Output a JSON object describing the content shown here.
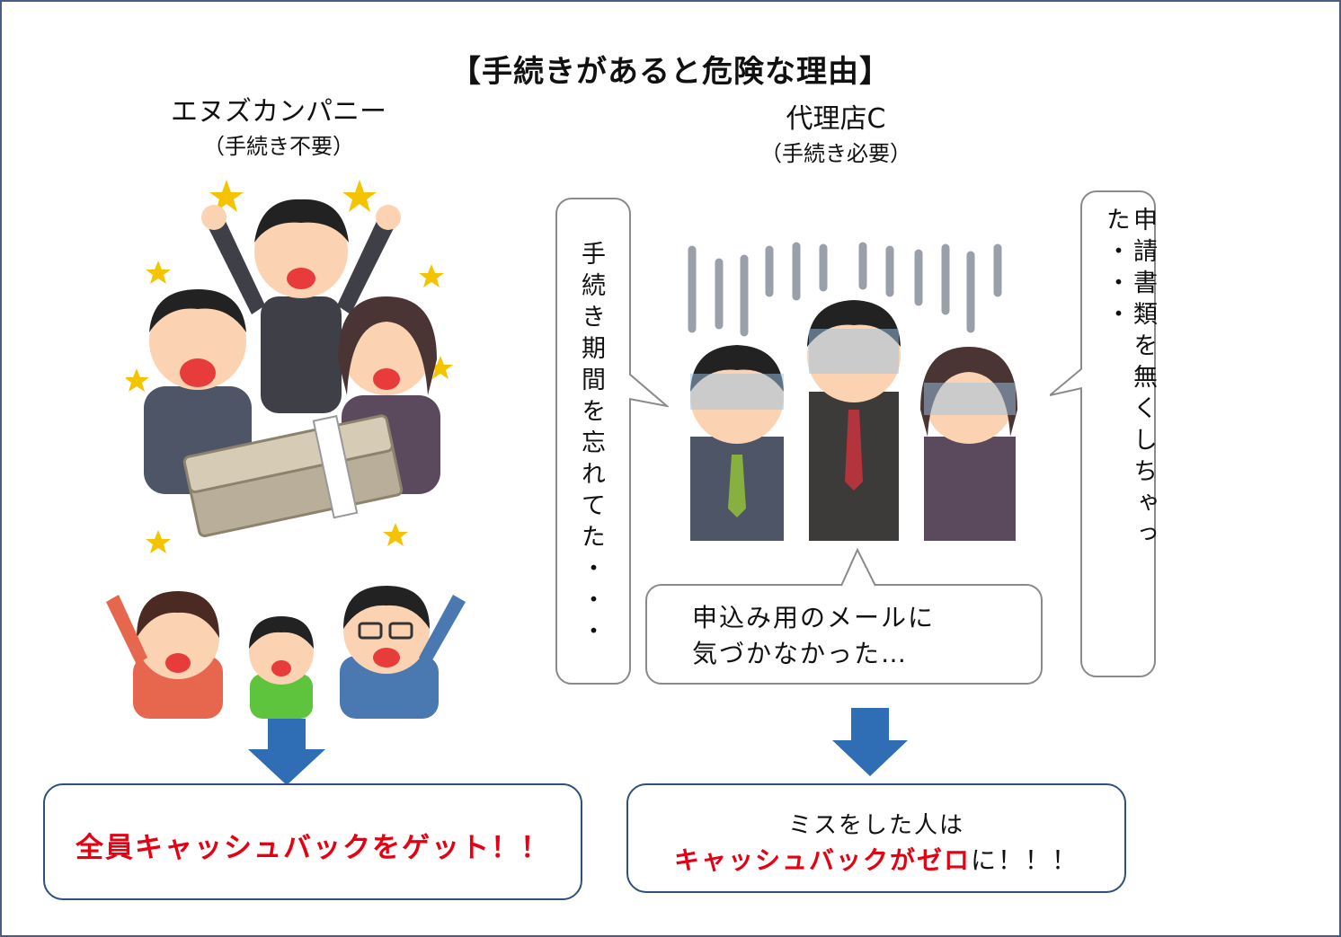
{
  "title": "【手続きがあると危険な理由】",
  "left": {
    "company": "エヌズカンパニー",
    "note": "（手続き不要）",
    "result": "全員キャッシュバックをゲット！！"
  },
  "right": {
    "company": "代理店C",
    "note": "（手続き必要）",
    "bubble_left": "手続き期間を忘れてた・・・",
    "bubble_right": "申請書類を無くしちゃった・・・",
    "bubble_bottom_line1": "申込み用のメールに",
    "bubble_bottom_line2": "気づかなかった…",
    "result_line1": "ミスをした人は",
    "result_red": "キャッシュバックがゼロ",
    "result_tail": "に！！！"
  },
  "colors": {
    "frame": "#4a5d86",
    "arrow": "#2f6db5",
    "result_border": "#2f4f7f",
    "highlight": "#e60012"
  }
}
